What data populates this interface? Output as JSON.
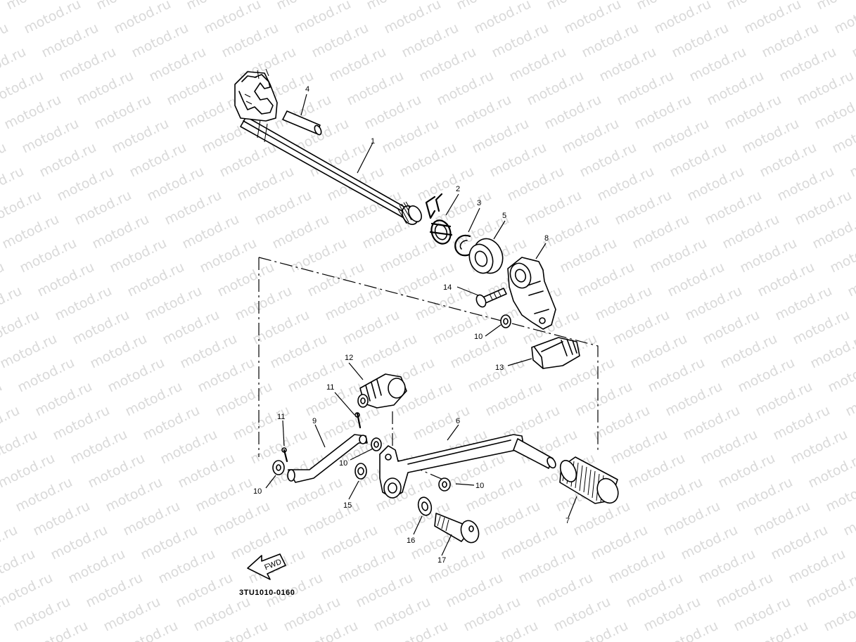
{
  "watermark": {
    "text": "motod.ru"
  },
  "diagram_code": "3TU1010-0160",
  "fwd_label": "FWD",
  "labels": {
    "p1": "1",
    "p2": "2",
    "p3": "3",
    "p4": "4",
    "p5": "5",
    "p6": "6",
    "p7": "7",
    "p8": "8",
    "p9": "9",
    "p10a": "10",
    "p10b": "10",
    "p10c": "10",
    "p10d": "10",
    "p11a": "11",
    "p11b": "11",
    "p12": "12",
    "p13": "13",
    "p14": "14",
    "p15": "15",
    "p16": "16",
    "p17": "17"
  }
}
